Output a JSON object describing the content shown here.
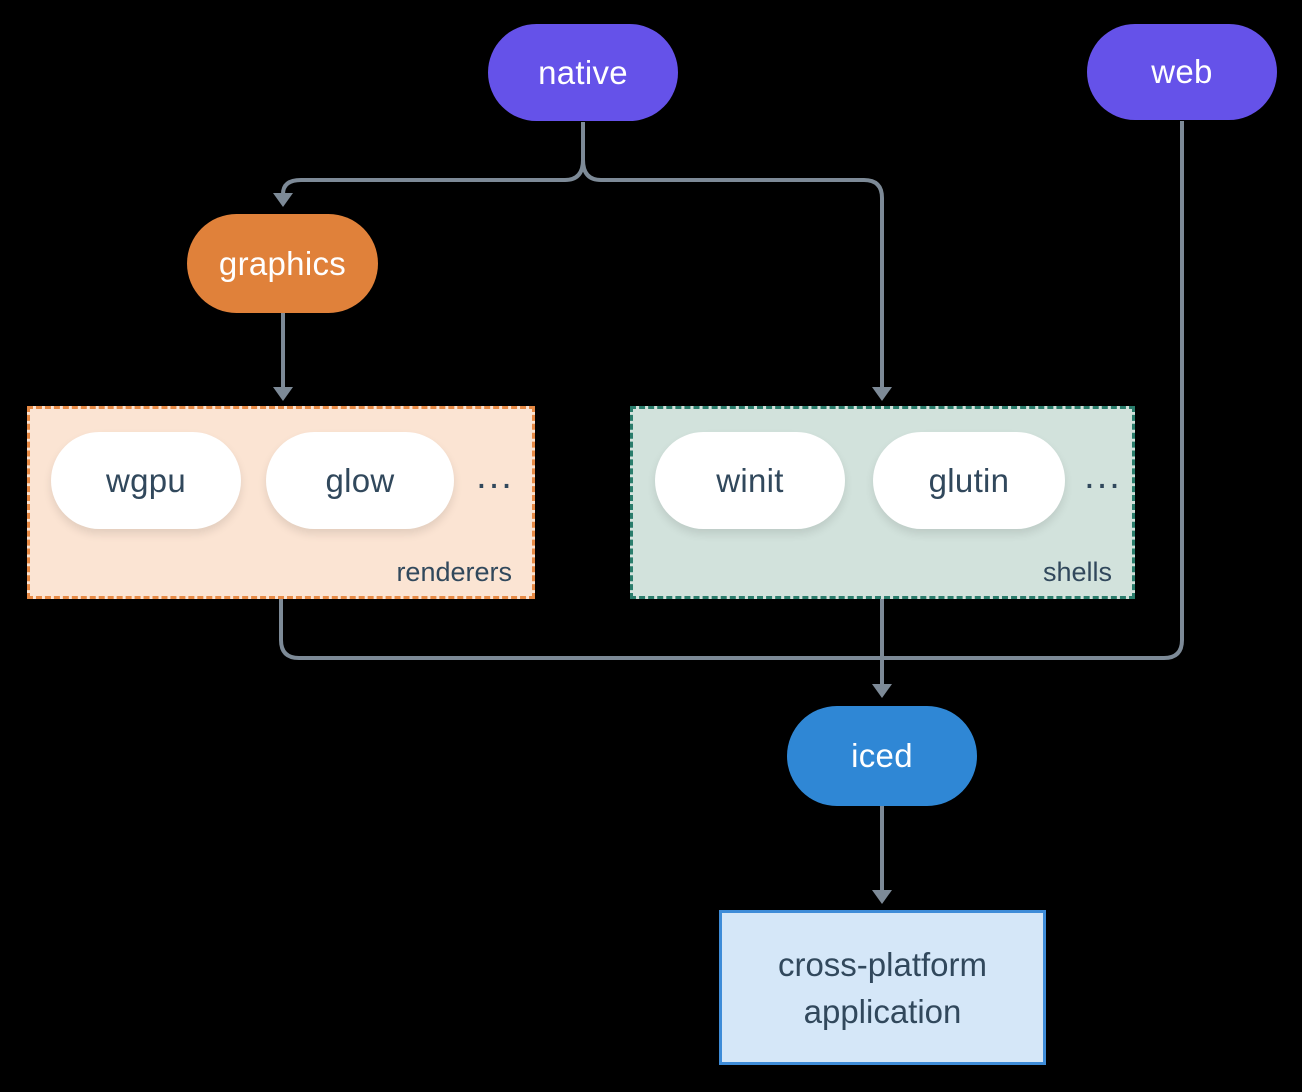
{
  "colors": {
    "background": "#000000",
    "line": "#7d8a97",
    "purple": "#6552e9",
    "orange": "#e0813a",
    "blue": "#2f87d5",
    "white_pill": "#ffffff",
    "pill_text": "#ffffff",
    "ink": "#31485c",
    "renderers_bg": "#fbe4d3",
    "renderers_border": "#e78a45",
    "shells_bg": "#d2e2dc",
    "shells_border": "#2a7d6c",
    "app_bg": "#d5e7f8",
    "app_border": "#3e8cd8"
  },
  "nodes": {
    "native": {
      "label": "native"
    },
    "web": {
      "label": "web"
    },
    "graphics": {
      "label": "graphics"
    },
    "wgpu": {
      "label": "wgpu"
    },
    "glow": {
      "label": "glow"
    },
    "winit": {
      "label": "winit"
    },
    "glutin": {
      "label": "glutin"
    },
    "iced": {
      "label": "iced"
    },
    "app": {
      "line1": "cross-platform",
      "line2": "application"
    }
  },
  "groups": {
    "renderers": {
      "label": "renderers",
      "ellipsis": "..."
    },
    "shells": {
      "label": "shells",
      "ellipsis": "..."
    }
  }
}
